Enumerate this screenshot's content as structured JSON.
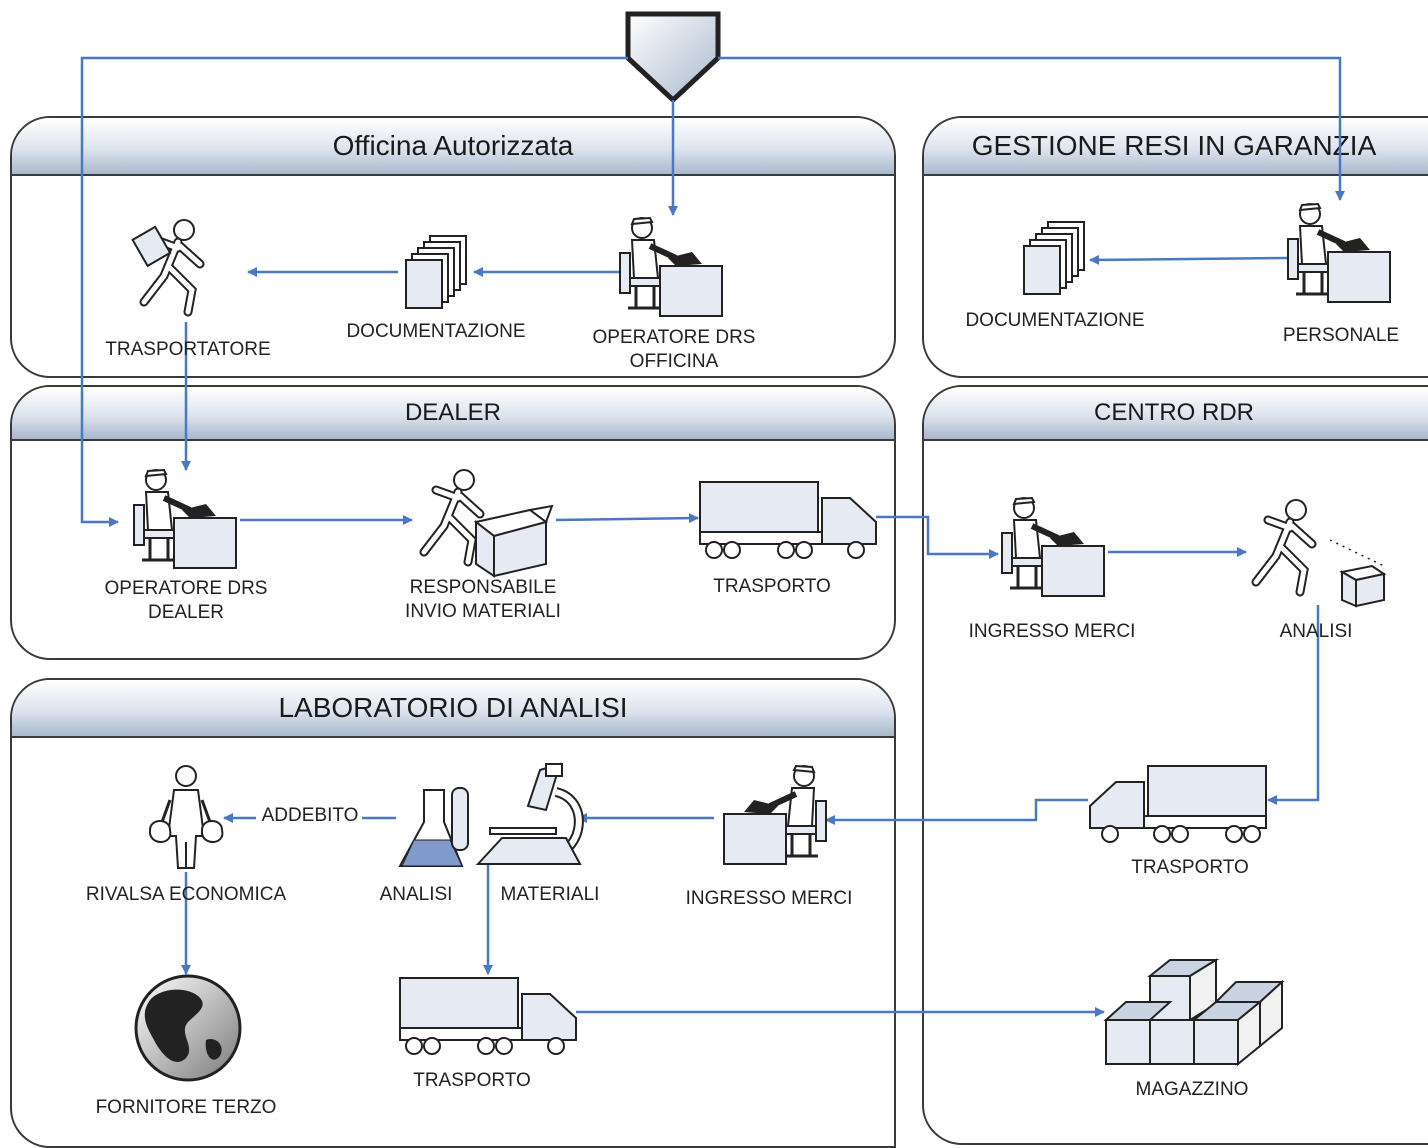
{
  "lanes": {
    "officina": "Officina Autorizzata",
    "gestione": "GESTIONE RESI IN GARANZIA",
    "dealer": "DEALER",
    "centro": "CENTRO RDR",
    "laboratorio": "LABORATORIO DI ANALISI"
  },
  "nodes": {
    "trasportatore": "TRASPORTATORE",
    "documentazione_officina": "DOCUMENTAZIONE",
    "operatore_officina_1": "OPERATORE DRS",
    "operatore_officina_2": "OFFICINA",
    "documentazione_gestione": "DOCUMENTAZIONE",
    "personale": "PERSONALE",
    "operatore_dealer_1": "OPERATORE DRS",
    "operatore_dealer_2": "DEALER",
    "responsabile_1": "RESPONSABILE",
    "responsabile_2": "INVIO MATERIALI",
    "trasporto_dealer": "TRASPORTO",
    "ingresso_merci_rdr": "INGRESSO MERCI",
    "analisi_rdr": "ANALISI",
    "trasporto_rdr": "TRASPORTO",
    "rivalsa": "RIVALSA ECONOMICA",
    "analisi_lab": "ANALISI",
    "materiali": "MATERIALI",
    "ingresso_merci_lab": "INGRESSO MERCI",
    "fornitore": "FORNITORE TERZO",
    "trasporto_lab": "TRASPORTO",
    "magazzino": "MAGAZZINO"
  },
  "edges": {
    "addebito": "ADDEBITO"
  },
  "colors": {
    "arrow": "#4a78c2",
    "lane_border": "#3a3a3a",
    "icon_fill": "#e6ebf3",
    "header_gradient": "#a9b8cc"
  }
}
